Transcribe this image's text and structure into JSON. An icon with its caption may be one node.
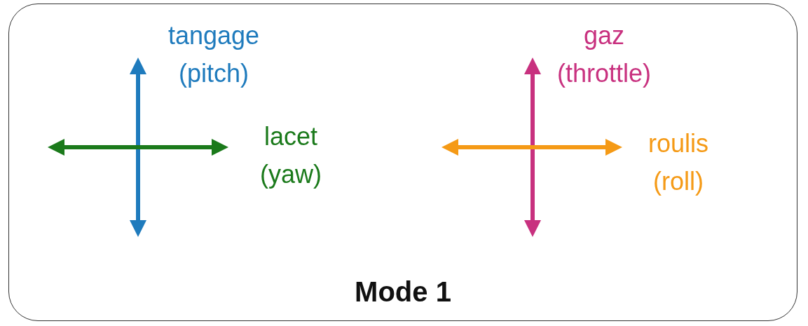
{
  "diagram": {
    "nodes": [
      {
        "text": [
          "Mode 1"
        ]
      }
    ],
    "labels": [
      "tangage (pitch)",
      "lacet (yaw)",
      "gaz (throttle)",
      "roulis (roll)"
    ]
  }
}
